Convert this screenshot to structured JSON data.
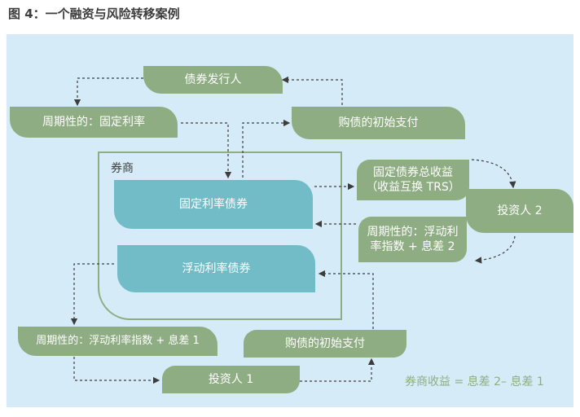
{
  "title": "图 4：一个融资与风险转移案例",
  "nodes": {
    "issuer": "债券发行人",
    "periodic_fixed": "周期性的：固定利率",
    "initial_payment_top": "购债的初始支付",
    "broker": "券商",
    "fixed_bond": "固定利率债券",
    "floating_bond": "浮动利率债券",
    "trs_line1": "固定债券总收益",
    "trs_line2": "（收益互换 TRS）",
    "investor2": "投资人 2",
    "periodic_float2_line1": "周期性的：浮动利",
    "periodic_float2_line2": "率指数 + 息差 2",
    "periodic_float1": "周期性的：浮动利率指数 + 息差 1",
    "initial_payment_bottom": "购债的初始支付",
    "investor1": "投资人 1"
  },
  "formula": "券商收益 = 息差 2– 息差 1",
  "colors": {
    "green": "#8fad83",
    "teal": "#72bcc8",
    "panel": "#d6ebf8",
    "arrow": "#3d3d3d"
  }
}
